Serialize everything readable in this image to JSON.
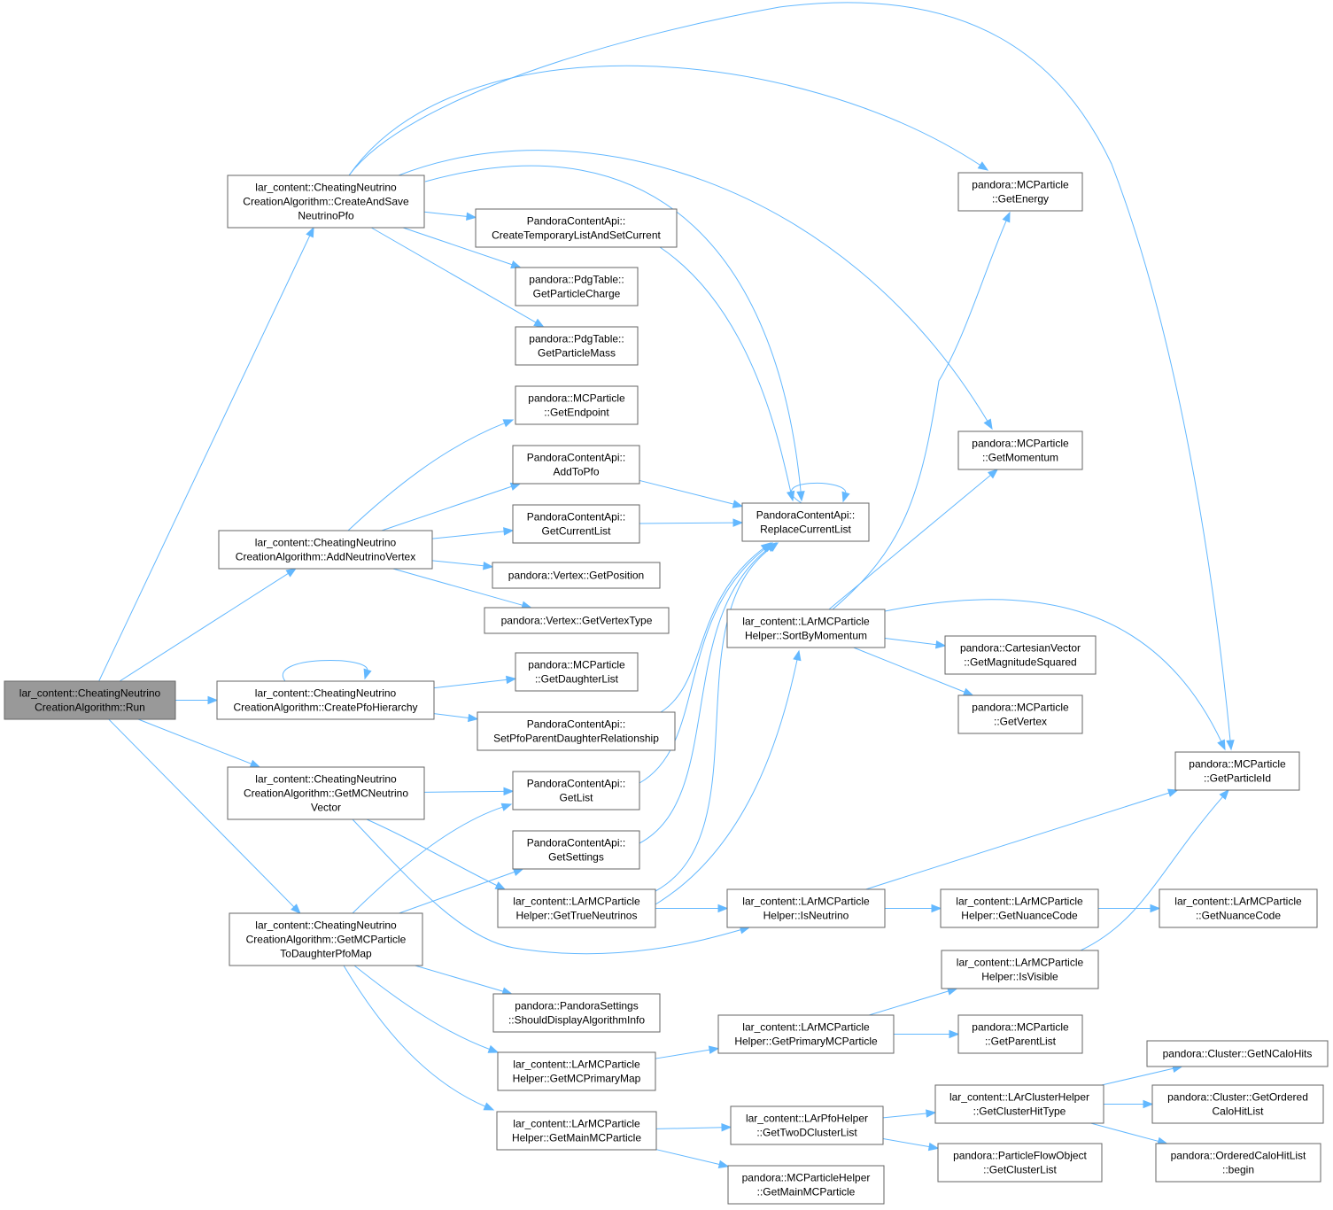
{
  "colors": {
    "edge": "#63b8ff",
    "node_border": "#666666",
    "root_fill": "#999999",
    "node_fill": "#ffffff"
  },
  "nodes": {
    "run": {
      "lines": [
        "lar_content::CheatingNeutrino",
        "CreationAlgorithm::Run"
      ],
      "root": true
    },
    "createAndSave": {
      "lines": [
        "lar_content::CheatingNeutrino",
        "CreationAlgorithm::CreateAndSave",
        "NeutrinoPfo"
      ]
    },
    "addNeutrinoVertex": {
      "lines": [
        "lar_content::CheatingNeutrino",
        "CreationAlgorithm::AddNeutrinoVertex"
      ]
    },
    "createPfoHierarchy": {
      "lines": [
        "lar_content::CheatingNeutrino",
        "CreationAlgorithm::CreatePfoHierarchy"
      ]
    },
    "getMCNeutrinoVector": {
      "lines": [
        "lar_content::CheatingNeutrino",
        "CreationAlgorithm::GetMCNeutrino",
        "Vector"
      ]
    },
    "getMCParticleToDaughter": {
      "lines": [
        "lar_content::CheatingNeutrino",
        "CreationAlgorithm::GetMCParticle",
        "ToDaughterPfoMap"
      ]
    },
    "createTempList": {
      "lines": [
        "PandoraContentApi::",
        "CreateTemporaryListAndSetCurrent"
      ]
    },
    "getParticleCharge": {
      "lines": [
        "pandora::PdgTable::",
        "GetParticleCharge"
      ]
    },
    "getParticleMass": {
      "lines": [
        "pandora::PdgTable::",
        "GetParticleMass"
      ]
    },
    "getEndpoint": {
      "lines": [
        "pandora::MCParticle",
        "::GetEndpoint"
      ]
    },
    "addToPfo": {
      "lines": [
        "PandoraContentApi::",
        "AddToPfo"
      ]
    },
    "getCurrentList": {
      "lines": [
        "PandoraContentApi::",
        "GetCurrentList"
      ]
    },
    "getPosition": {
      "lines": [
        "pandora::Vertex::GetPosition"
      ]
    },
    "getVertexType": {
      "lines": [
        "pandora::Vertex::GetVertexType"
      ]
    },
    "getDaughterList": {
      "lines": [
        "pandora::MCParticle",
        "::GetDaughterList"
      ]
    },
    "setPfoParent": {
      "lines": [
        "PandoraContentApi::",
        "SetPfoParentDaughterRelationship"
      ]
    },
    "getList": {
      "lines": [
        "PandoraContentApi::",
        "GetList"
      ]
    },
    "getSettings": {
      "lines": [
        "PandoraContentApi::",
        "GetSettings"
      ]
    },
    "getTrueNeutrinos": {
      "lines": [
        "lar_content::LArMCParticle",
        "Helper::GetTrueNeutrinos"
      ]
    },
    "shouldDisplay": {
      "lines": [
        "pandora::PandoraSettings",
        "::ShouldDisplayAlgorithmInfo"
      ]
    },
    "getMCPrimaryMap": {
      "lines": [
        "lar_content::LArMCParticle",
        "Helper::GetMCPrimaryMap"
      ]
    },
    "getMainMCParticle": {
      "lines": [
        "lar_content::LArMCParticle",
        "Helper::GetMainMCParticle"
      ]
    },
    "replaceCurrentList": {
      "lines": [
        "PandoraContentApi::",
        "ReplaceCurrentList"
      ]
    },
    "sortByMomentum": {
      "lines": [
        "lar_content::LArMCParticle",
        "Helper::SortByMomentum"
      ]
    },
    "isNeutrino": {
      "lines": [
        "lar_content::LArMCParticle",
        "Helper::IsNeutrino"
      ]
    },
    "getPrimaryMCParticle": {
      "lines": [
        "lar_content::LArMCParticle",
        "Helper::GetPrimaryMCParticle"
      ]
    },
    "getTwoDClusterList": {
      "lines": [
        "lar_content::LArPfoHelper",
        "::GetTwoDClusterList"
      ]
    },
    "getMainMCParticleHelper": {
      "lines": [
        "pandora::MCParticleHelper",
        "::GetMainMCParticle"
      ]
    },
    "getEnergy": {
      "lines": [
        "pandora::MCParticle",
        "::GetEnergy"
      ]
    },
    "getMomentum": {
      "lines": [
        "pandora::MCParticle",
        "::GetMomentum"
      ]
    },
    "getMagnitudeSquared": {
      "lines": [
        "pandora::CartesianVector",
        "::GetMagnitudeSquared"
      ]
    },
    "getVertex": {
      "lines": [
        "pandora::MCParticle",
        "::GetVertex"
      ]
    },
    "getNuanceCodeHelper": {
      "lines": [
        "lar_content::LArMCParticle",
        "Helper::GetNuanceCode"
      ]
    },
    "isVisible": {
      "lines": [
        "lar_content::LArMCParticle",
        "Helper::IsVisible"
      ]
    },
    "getParentList": {
      "lines": [
        "pandora::MCParticle",
        "::GetParentList"
      ]
    },
    "getClusterHitType": {
      "lines": [
        "lar_content::LArClusterHelper",
        "::GetClusterHitType"
      ]
    },
    "getClusterList": {
      "lines": [
        "pandora::ParticleFlowObject",
        "::GetClusterList"
      ]
    },
    "getParticleId": {
      "lines": [
        "pandora::MCParticle",
        "::GetParticleId"
      ]
    },
    "getNuanceCode": {
      "lines": [
        "lar_content::LArMCParticle",
        "::GetNuanceCode"
      ]
    },
    "getNCaloHits": {
      "lines": [
        "pandora::Cluster::GetNCaloHits"
      ]
    },
    "getOrderedCaloHitList": {
      "lines": [
        "pandora::Cluster::GetOrdered",
        "CaloHitList"
      ]
    },
    "begin": {
      "lines": [
        "pandora::OrderedCaloHitList",
        "::begin"
      ]
    }
  },
  "edges": [
    [
      "run",
      "createAndSave"
    ],
    [
      "run",
      "addNeutrinoVertex"
    ],
    [
      "run",
      "createPfoHierarchy"
    ],
    [
      "run",
      "getMCNeutrinoVector"
    ],
    [
      "run",
      "getMCParticleToDaughter"
    ],
    [
      "createAndSave",
      "createTempList"
    ],
    [
      "createAndSave",
      "getParticleCharge"
    ],
    [
      "createAndSave",
      "getParticleMass"
    ],
    [
      "createAndSave",
      "getEnergy"
    ],
    [
      "createAndSave",
      "getMomentum"
    ],
    [
      "createAndSave",
      "getParticleId"
    ],
    [
      "createAndSave",
      "replaceCurrentList"
    ],
    [
      "addNeutrinoVertex",
      "getEndpoint"
    ],
    [
      "addNeutrinoVertex",
      "addToPfo"
    ],
    [
      "addNeutrinoVertex",
      "getCurrentList"
    ],
    [
      "addNeutrinoVertex",
      "getPosition"
    ],
    [
      "addNeutrinoVertex",
      "getVertexType"
    ],
    [
      "createPfoHierarchy",
      "createPfoHierarchy"
    ],
    [
      "createPfoHierarchy",
      "getDaughterList"
    ],
    [
      "createPfoHierarchy",
      "setPfoParent"
    ],
    [
      "getMCNeutrinoVector",
      "getList"
    ],
    [
      "getMCNeutrinoVector",
      "getTrueNeutrinos"
    ],
    [
      "getMCNeutrinoVector",
      "isNeutrino"
    ],
    [
      "getMCParticleToDaughter",
      "getList"
    ],
    [
      "getMCParticleToDaughter",
      "getSettings"
    ],
    [
      "getMCParticleToDaughter",
      "shouldDisplay"
    ],
    [
      "getMCParticleToDaughter",
      "getMCPrimaryMap"
    ],
    [
      "getMCParticleToDaughter",
      "getMainMCParticle"
    ],
    [
      "createTempList",
      "replaceCurrentList"
    ],
    [
      "addToPfo",
      "replaceCurrentList"
    ],
    [
      "getCurrentList",
      "replaceCurrentList"
    ],
    [
      "setPfoParent",
      "replaceCurrentList"
    ],
    [
      "getList",
      "replaceCurrentList"
    ],
    [
      "getSettings",
      "replaceCurrentList"
    ],
    [
      "getTrueNeutrinos",
      "replaceCurrentList"
    ],
    [
      "replaceCurrentList",
      "replaceCurrentList"
    ],
    [
      "getTrueNeutrinos",
      "sortByMomentum"
    ],
    [
      "getTrueNeutrinos",
      "isNeutrino"
    ],
    [
      "sortByMomentum",
      "getEnergy"
    ],
    [
      "sortByMomentum",
      "getMomentum"
    ],
    [
      "sortByMomentum",
      "getMagnitudeSquared"
    ],
    [
      "sortByMomentum",
      "getVertex"
    ],
    [
      "sortByMomentum",
      "getParticleId"
    ],
    [
      "isNeutrino",
      "getParticleId"
    ],
    [
      "isNeutrino",
      "getNuanceCodeHelper"
    ],
    [
      "getNuanceCodeHelper",
      "getNuanceCode"
    ],
    [
      "getMCPrimaryMap",
      "getPrimaryMCParticle"
    ],
    [
      "getPrimaryMCParticle",
      "isVisible"
    ],
    [
      "getPrimaryMCParticle",
      "getParentList"
    ],
    [
      "isVisible",
      "getParticleId"
    ],
    [
      "getMainMCParticle",
      "getTwoDClusterList"
    ],
    [
      "getMainMCParticle",
      "getMainMCParticleHelper"
    ],
    [
      "getTwoDClusterList",
      "getClusterHitType"
    ],
    [
      "getTwoDClusterList",
      "getClusterList"
    ],
    [
      "getClusterHitType",
      "getNCaloHits"
    ],
    [
      "getClusterHitType",
      "getOrderedCaloHitList"
    ],
    [
      "getClusterHitType",
      "begin"
    ]
  ]
}
